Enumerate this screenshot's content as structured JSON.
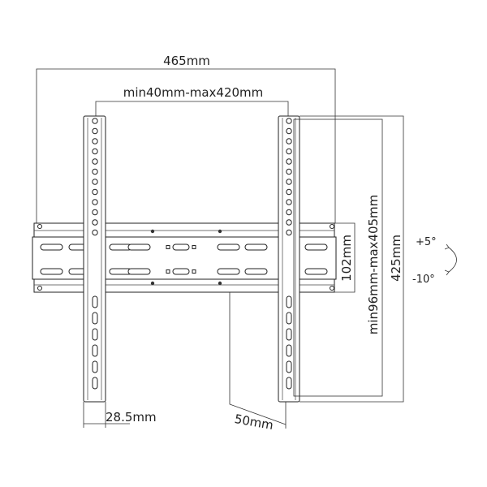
{
  "title": "Tilting TV wall mount dimension drawing",
  "dimensions": {
    "overall_width": "465mm",
    "vesa_horizontal": "min40mm-max420mm",
    "plate_height": "102mm",
    "vesa_vertical": "min96mm-max405mm",
    "overall_height": "425mm",
    "arm_width": "28.5mm",
    "wall_distance": "50mm"
  },
  "tilt": {
    "up": "+5°",
    "down": "-10°"
  }
}
